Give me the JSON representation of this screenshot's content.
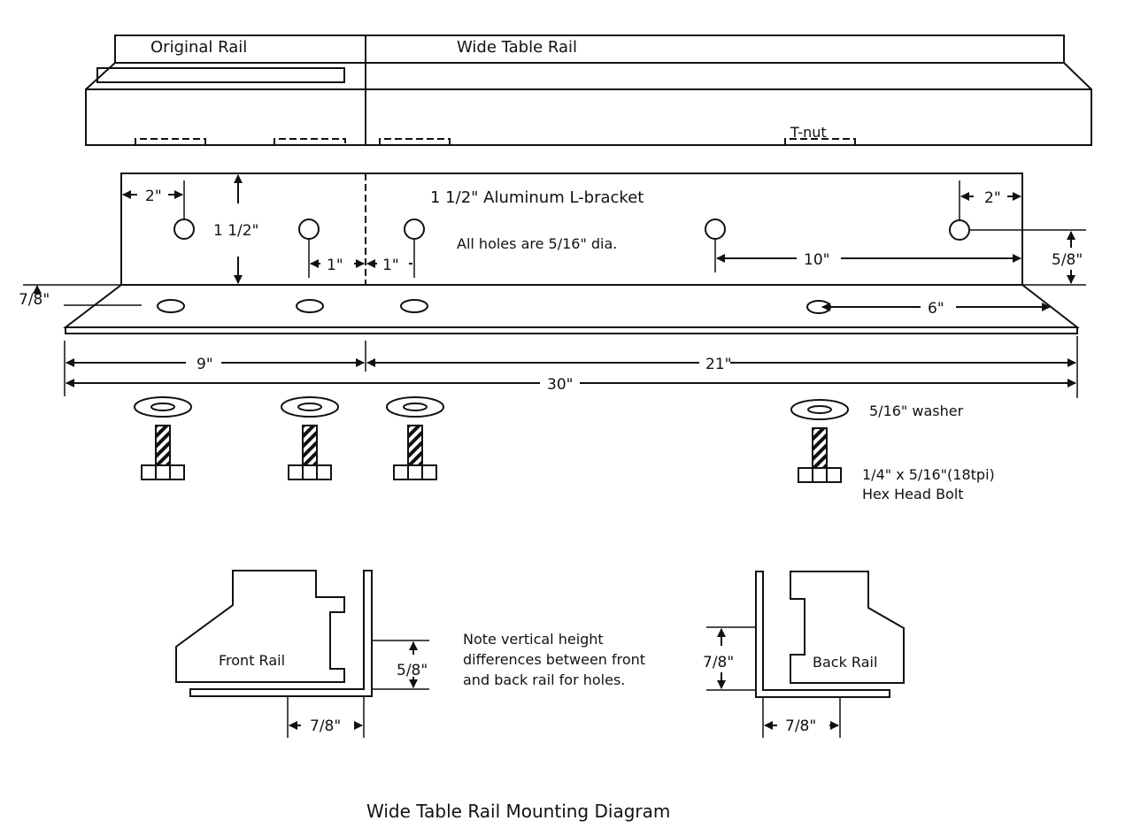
{
  "diagram": {
    "title": "Wide Table Rail Mounting Diagram",
    "top_view": {
      "original_rail_label": "Original Rail",
      "wide_rail_label": "Wide Table Rail",
      "tnut_label": "T-nut"
    },
    "bracket": {
      "label": "1 1/2\" Aluminum L-bracket",
      "hole_note": "All holes are 5/16\" dia.",
      "dims": {
        "left_edge_to_hole": "2\"",
        "height": "1 1/2\"",
        "hole_to_seam_left": "1\"",
        "seam_to_hole_right": "1\"",
        "hole_spacing": "10\"",
        "right_edge_to_hole": "2\"",
        "right_hole_height": "5/8\"",
        "flange_hole_depth": "7/8\"",
        "flange_hole_to_end": "6\"",
        "left_section": "9\"",
        "right_section": "21\"",
        "overall": "30\""
      }
    },
    "hardware": {
      "washer_label": "5/16\" washer",
      "bolt_label_line1": "1/4\" x 5/16\"(18tpi)",
      "bolt_label_line2": "Hex Head Bolt"
    },
    "profiles": {
      "front_rail_label": "Front Rail",
      "back_rail_label": "Back Rail",
      "front_height": "5/8\"",
      "front_depth": "7/8\"",
      "back_height": "7/8\"",
      "back_depth": "7/8\"",
      "note_line1": "Note vertical height",
      "note_line2": "differences between front",
      "note_line3": "and back rail for holes."
    }
  }
}
